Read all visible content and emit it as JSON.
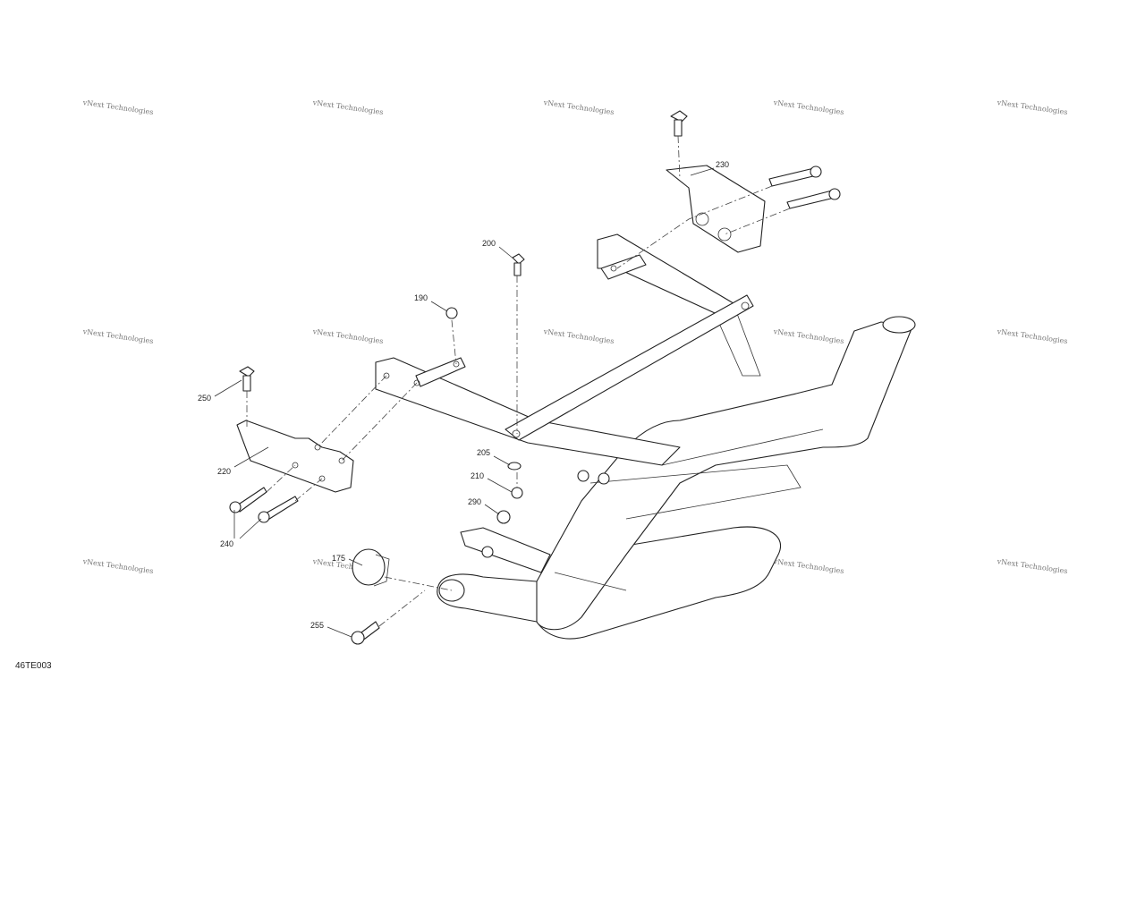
{
  "diagram_id": "46TE003",
  "watermark": "vNext Technologies",
  "watermark_count": 15,
  "callouts": [
    {
      "id": "230",
      "label": "230"
    },
    {
      "id": "200",
      "label": "200"
    },
    {
      "id": "190",
      "label": "190"
    },
    {
      "id": "250",
      "label": "250"
    },
    {
      "id": "220",
      "label": "220"
    },
    {
      "id": "240",
      "label": "240"
    },
    {
      "id": "205",
      "label": "205"
    },
    {
      "id": "210",
      "label": "210"
    },
    {
      "id": "290",
      "label": "290"
    },
    {
      "id": "175",
      "label": "175"
    },
    {
      "id": "255",
      "label": "255"
    }
  ]
}
